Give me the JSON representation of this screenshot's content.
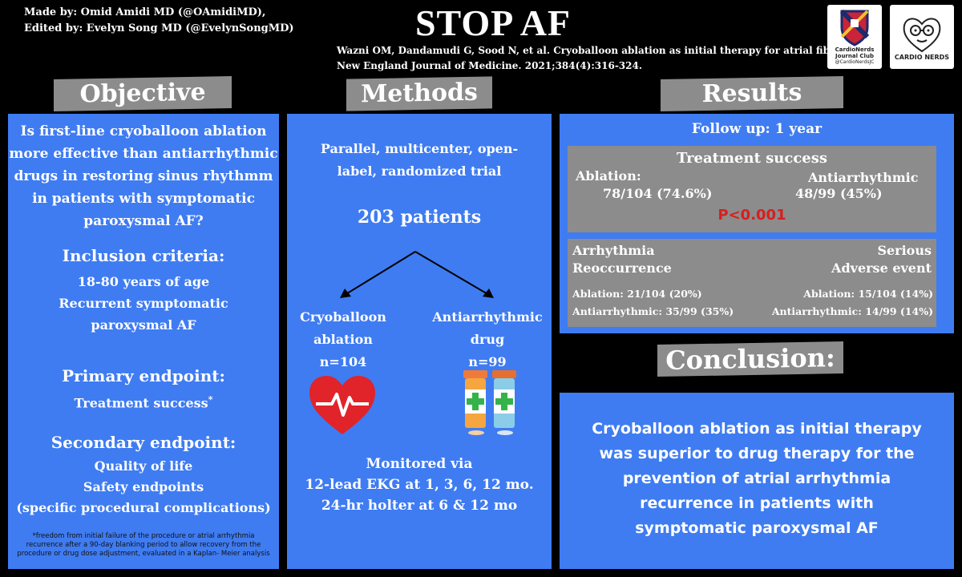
{
  "header": {
    "credit_made": "Made by: Omid Amidi MD (@OAmidiMD),",
    "credit_edited": "Edited by: Evelyn Song MD (@EvelynSongMD)",
    "title": "STOP AF",
    "citation_line1": "Wazni OM, Dandamudi G, Sood N, et al. Cryoballoon ablation as initial therapy for atrial fibrillation.",
    "citation_line2": "New England Journal of Medicine. 2021;384(4):316-324.",
    "logo1_text": "CardioNerds Journal Club",
    "logo1_sub": "@CardioNerdsJC",
    "logo2_text": "CARDIO NERDS"
  },
  "objective": {
    "heading": "Objective",
    "question_lines": [
      "Is first-line cryoballoon ablation",
      "more effective than antiarrhythmic",
      "drugs in restoring sinus rhythmm",
      "in patients with symptomatic",
      "paroxysmal AF?"
    ],
    "inclusion_heading": "Inclusion criteria:",
    "inclusion_lines": [
      "18-80 years of age",
      "Recurrent symptomatic",
      "paroxysmal AF"
    ],
    "primary_heading": "Primary endpoint:",
    "primary_text": "Treatment success",
    "primary_mark": "*",
    "secondary_heading": "Secondary endpoint:",
    "secondary_lines": [
      "Quality of life",
      "Safety endpoints",
      "(specific procedural complications)"
    ],
    "footnote_lines": [
      "*freedom from initial failure of the procedure or atrial arrhythmia",
      "recurrence after a 90-day blanking period to allow recovery from the",
      "procedure or drug dose adjustment, evaluated in a Kaplan- Meier analysis"
    ]
  },
  "methods": {
    "heading": "Methods",
    "design_lines": [
      "Parallel, multicenter, open-",
      "label, randomized trial"
    ],
    "patients": "203 patients",
    "arm1_lines": [
      "Cryoballoon",
      "ablation",
      "n=104"
    ],
    "arm2_lines": [
      "Antiarrhythmic",
      "drug",
      "n=99"
    ],
    "monitor_lines": [
      "Monitored via",
      "12-lead EKG at 1, 3, 6, 12 mo.",
      "24-hr holter at 6 & 12 mo"
    ]
  },
  "results": {
    "heading": "Results",
    "follow_up": "Follow up: 1 year",
    "treatment_heading": "Treatment success",
    "ablation_label": "Ablation:",
    "ablation_value": "78/104 (74.6%)",
    "anti_label": "Antiarrhythmic",
    "anti_value": "48/99 (45%)",
    "p_value": "P<0.001",
    "arrhythmia_heading_1": "Arrhythmia",
    "arrhythmia_heading_2": "Reoccurrence",
    "arr_ablation": "Ablation: 21/104 (20%)",
    "arr_anti": "Antiarrhythmic: 35/99 (35%)",
    "adverse_heading_1": "Serious",
    "adverse_heading_2": "Adverse event",
    "adv_ablation": "Ablation: 15/104 (14%)",
    "adv_anti": "Antiarrhythmic: 14/99 (14%)"
  },
  "conclusion": {
    "heading": "Conclusion:",
    "lines": [
      "Cryoballoon ablation as initial therapy",
      "was superior to drug therapy for the",
      "prevention of atrial arrhythmia",
      "recurrence in patients with",
      "symptomatic paroxysmal AF"
    ]
  },
  "colors": {
    "panel_blue": "#3f7cf2",
    "tab_grey": "#8c8c8c",
    "p_red": "#d81e1e",
    "heart_red": "#e0242a"
  }
}
